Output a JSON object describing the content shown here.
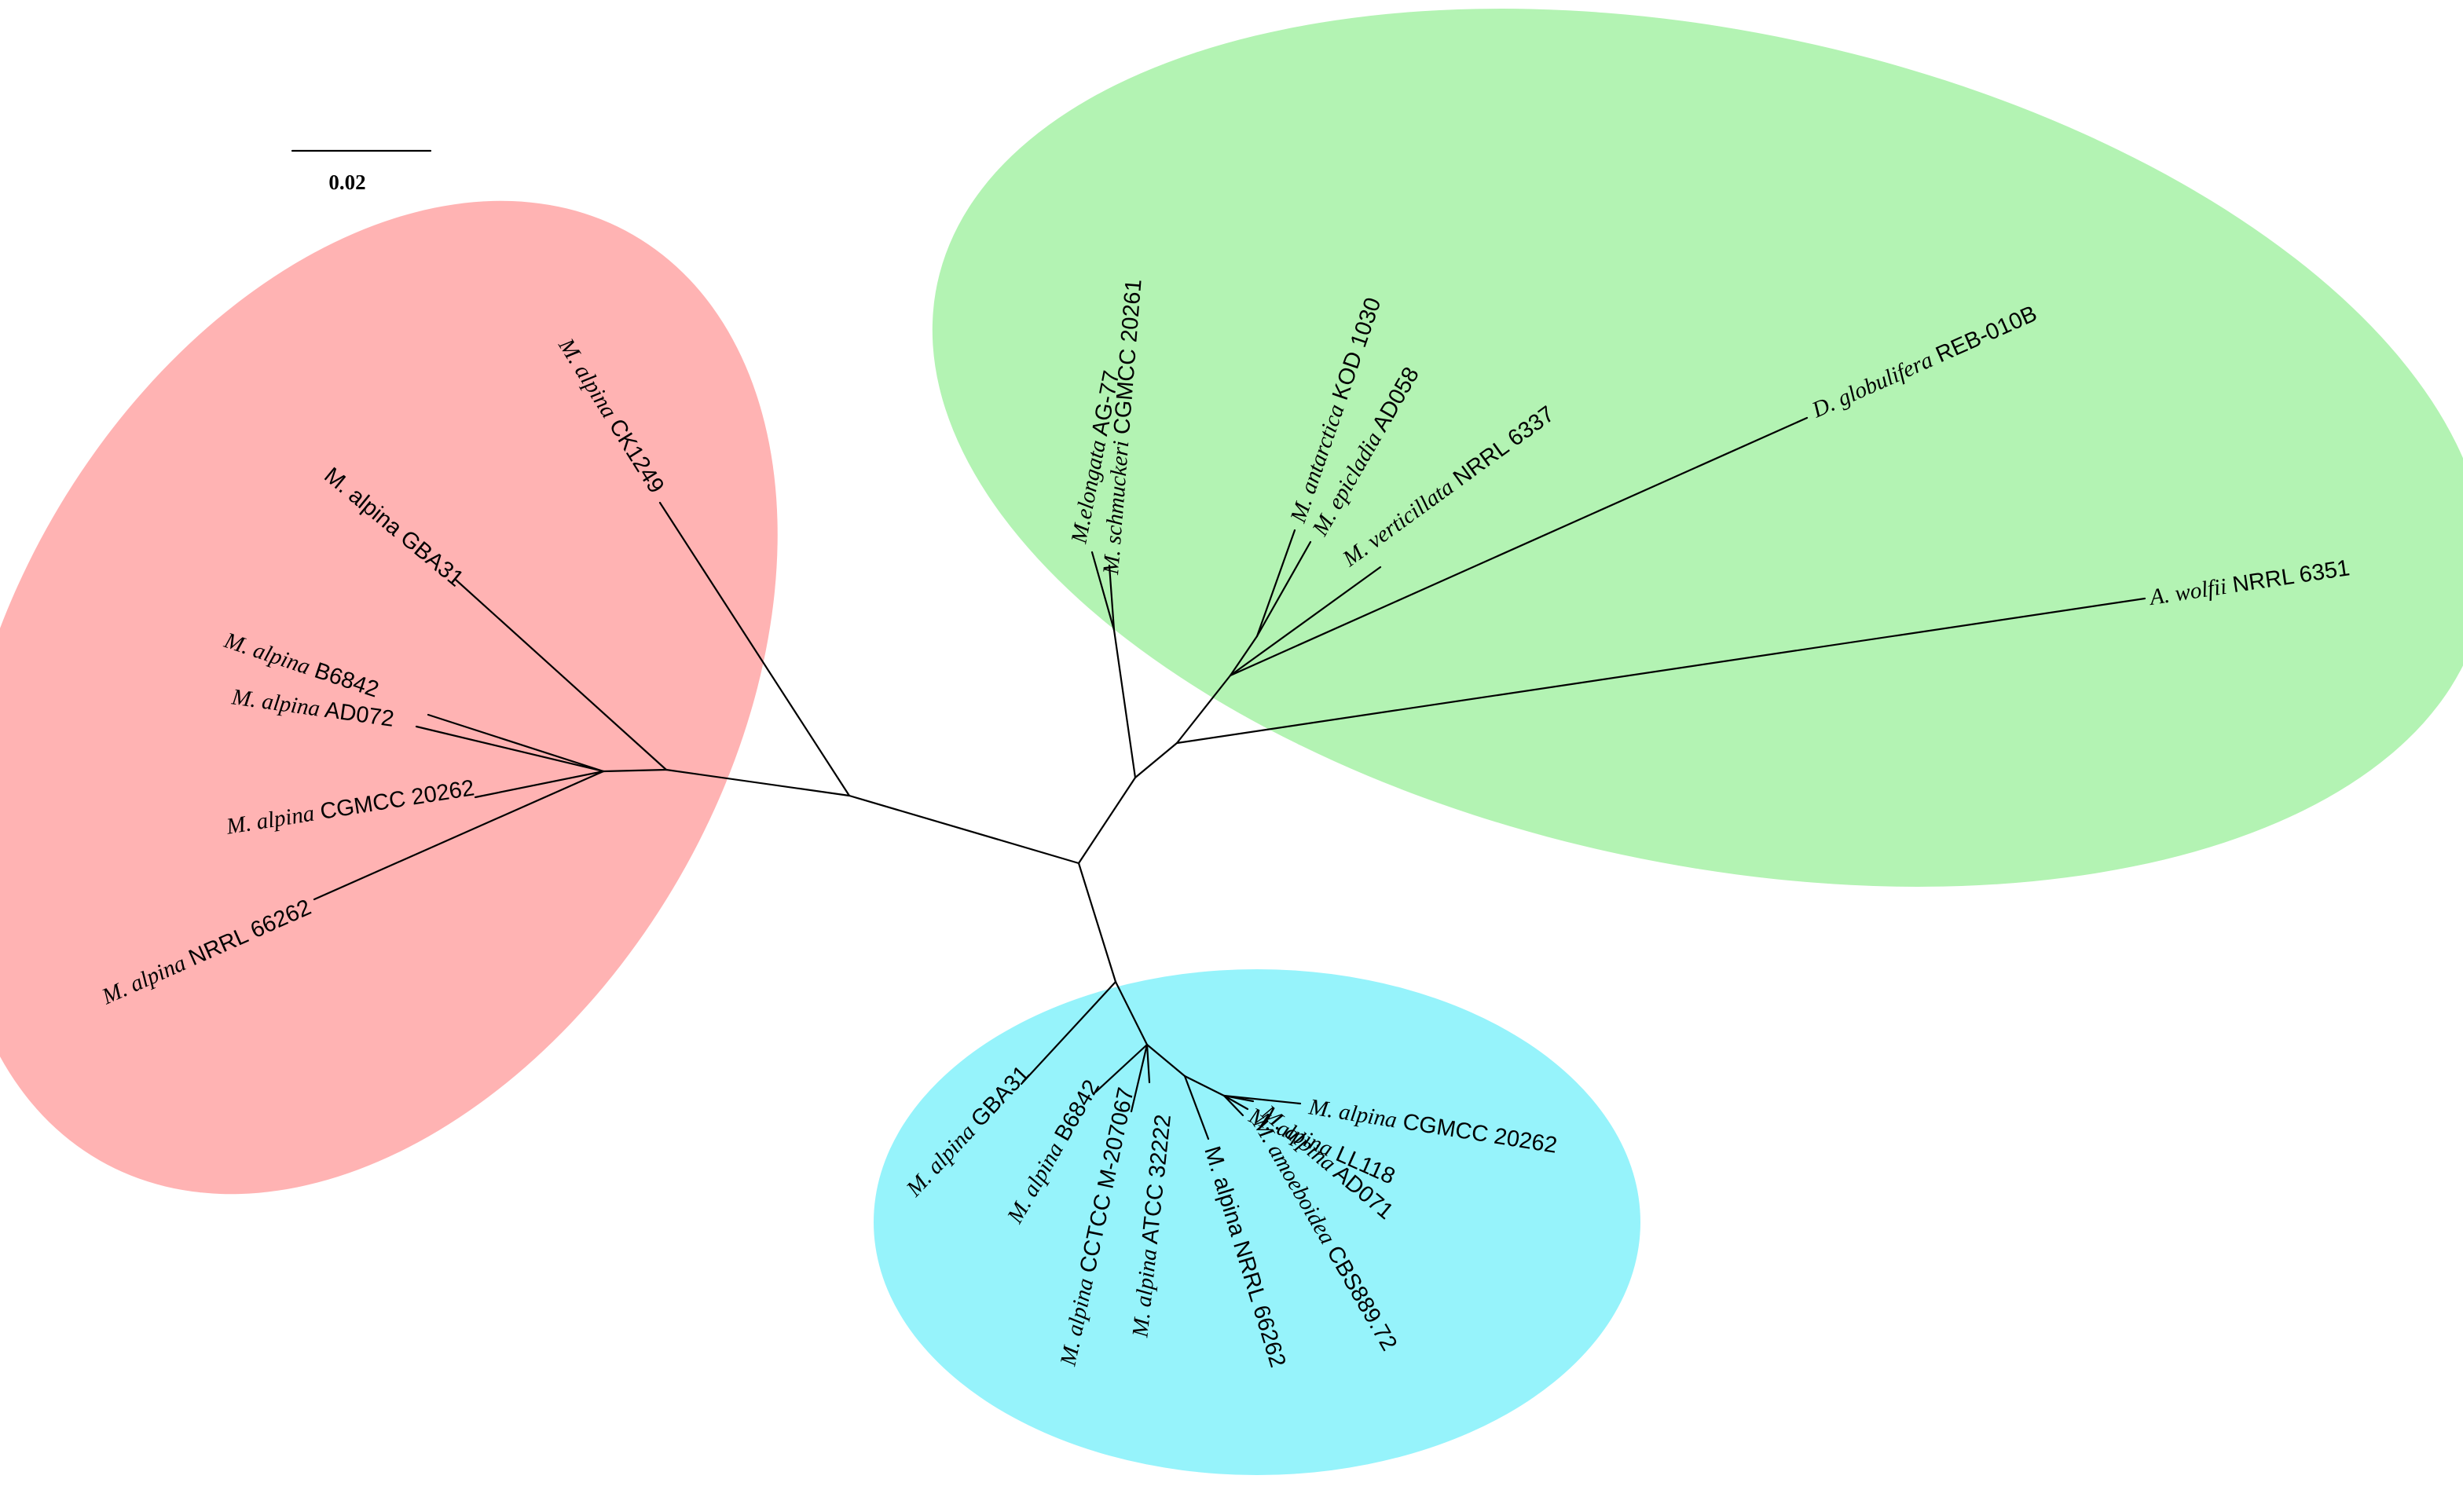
{
  "scale_bar": {
    "label": "0.02"
  },
  "clades": [
    {
      "id": "red",
      "color": "#FFB3B3"
    },
    {
      "id": "green",
      "color": "#B3F3B3"
    },
    {
      "id": "blue",
      "color": "#96F3FB"
    }
  ],
  "line_color": "#000000",
  "taxa": [
    {
      "species": "M. alpina",
      "strain": "CK1249",
      "clade": "red"
    },
    {
      "species": "",
      "strain": "M. alpina GBA31",
      "clade": "red"
    },
    {
      "species": "M. alpina",
      "strain": "B6842",
      "clade": "red"
    },
    {
      "species": "M. alpina",
      "strain": "AD072",
      "clade": "red"
    },
    {
      "species": "M. alpina",
      "strain": "CGMCC 20262",
      "clade": "red"
    },
    {
      "species": "M. alpina",
      "strain": "NRRL 66262",
      "clade": "red"
    },
    {
      "species": "M.elongata",
      "strain": "AG-77",
      "clade": "green"
    },
    {
      "species": "M. schmuckeri",
      "strain": "CGMCC 20261",
      "clade": "green"
    },
    {
      "species": "M. antarctica",
      "strain": "KOD 1030",
      "clade": "green"
    },
    {
      "species": "M. epicladia",
      "strain": "AD058",
      "clade": "green"
    },
    {
      "species": "M. verticillata",
      "strain": "NRRL 6337",
      "clade": "green"
    },
    {
      "species": "D. globulifera",
      "strain": "REB-010B",
      "clade": "green"
    },
    {
      "species": "A. wolfii",
      "strain": "NRRL 6351",
      "clade": "green"
    },
    {
      "species": "M. alpina",
      "strain": "GBA31",
      "clade": "blue"
    },
    {
      "species": "M. alpina",
      "strain": "B6842",
      "clade": "blue"
    },
    {
      "species": "M. alpina",
      "strain": "CCTCC M-207067",
      "clade": "blue"
    },
    {
      "species": "M. alpina",
      "strain": "ATCC 32222",
      "clade": "blue"
    },
    {
      "species": "",
      "strain": "M. alpina NRRL 66262",
      "clade": "blue"
    },
    {
      "species": "M. amoeboidea",
      "strain": "CBS889.72",
      "clade": "blue"
    },
    {
      "species": "M. alpina",
      "strain": "AD071",
      "clade": "blue"
    },
    {
      "species": "M. alpina",
      "strain": "LL118",
      "clade": "blue"
    },
    {
      "species": "M. alpina",
      "strain": "CGMCC 20262",
      "clade": "blue"
    }
  ]
}
